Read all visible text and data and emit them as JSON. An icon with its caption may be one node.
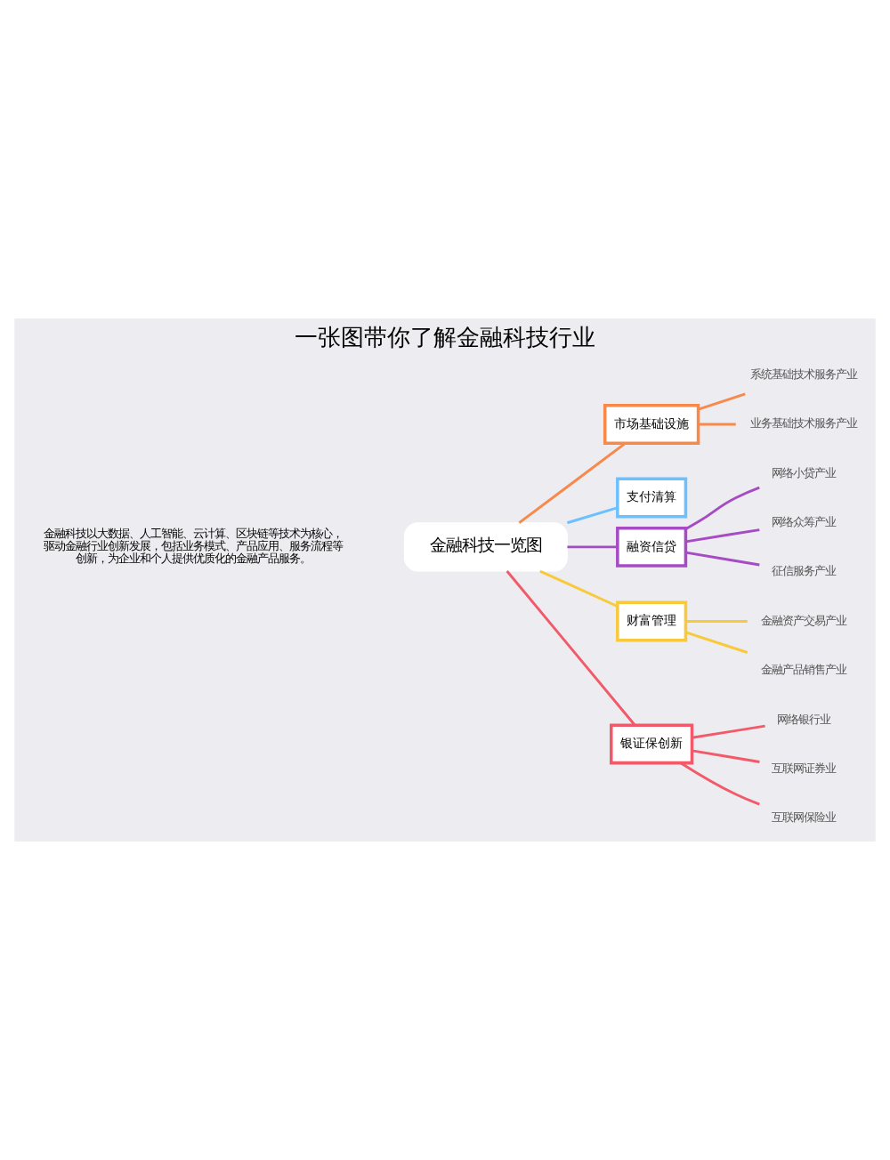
{
  "diagram": {
    "title": "一张图带你了解金融科技行业",
    "nodes": [
      {
        "text": [
          "金融科技一览图"
        ]
      },
      {
        "text": [
          "市场基础设施"
        ]
      },
      {
        "text": [
          "系统基础技术服务产业"
        ]
      },
      {
        "text": [
          "业务基础技术服务产业"
        ]
      },
      {
        "text": [
          "支付清算"
        ]
      },
      {
        "text": [
          "融资信贷"
        ]
      },
      {
        "text": [
          "网络小贷产业"
        ]
      },
      {
        "text": [
          "网络众筹产业"
        ]
      },
      {
        "text": [
          "征信服务产业"
        ]
      },
      {
        "text": [
          "财富管理"
        ]
      },
      {
        "text": [
          "金融资产交易产业"
        ]
      },
      {
        "text": [
          "金融产品销售产业"
        ]
      },
      {
        "text": [
          "银证保创新"
        ]
      },
      {
        "text": [
          "网络银行业"
        ]
      },
      {
        "text": [
          "互联网证券业"
        ]
      },
      {
        "text": [
          "互联网保险业"
        ]
      }
    ],
    "edges": [
      {
        "from": 0,
        "to": 1,
        "arrow": "none",
        "color": "#f7894a"
      },
      {
        "from": 1,
        "to": 2,
        "arrow": "none",
        "color": "#f7894a"
      },
      {
        "from": 1,
        "to": 3,
        "arrow": "none",
        "color": "#f7894a"
      },
      {
        "from": 0,
        "to": 4,
        "arrow": "none",
        "color": "#6cc0ff"
      },
      {
        "from": 0,
        "to": 5,
        "arrow": "none",
        "color": "#a64bc4"
      },
      {
        "from": 5,
        "to": 6,
        "arrow": "none",
        "color": "#a64bc4"
      },
      {
        "from": 5,
        "to": 7,
        "arrow": "none",
        "color": "#a64bc4"
      },
      {
        "from": 5,
        "to": 8,
        "arrow": "none",
        "color": "#a64bc4"
      },
      {
        "from": 0,
        "to": 9,
        "arrow": "none",
        "color": "#f8c93b"
      },
      {
        "from": 9,
        "to": 10,
        "arrow": "none",
        "color": "#f8c93b"
      },
      {
        "from": 9,
        "to": 11,
        "arrow": "none",
        "color": "#f8c93b"
      },
      {
        "from": 0,
        "to": 12,
        "arrow": "none",
        "color": "#f25a6a"
      },
      {
        "from": 12,
        "to": 13,
        "arrow": "none",
        "color": "#f25a6a"
      },
      {
        "from": 12,
        "to": 14,
        "arrow": "none",
        "color": "#f25a6a"
      },
      {
        "from": 12,
        "to": 15,
        "arrow": "none",
        "color": "#f25a6a"
      }
    ],
    "labels": [
      "金融科技以大数据、人工智能、云计算、区块链等技术为核心，驱动金融行业创新发展，包括业务模式、产品应用、服务流程等创新，为企业和个人提供优质化的金融产品服务。"
    ]
  }
}
